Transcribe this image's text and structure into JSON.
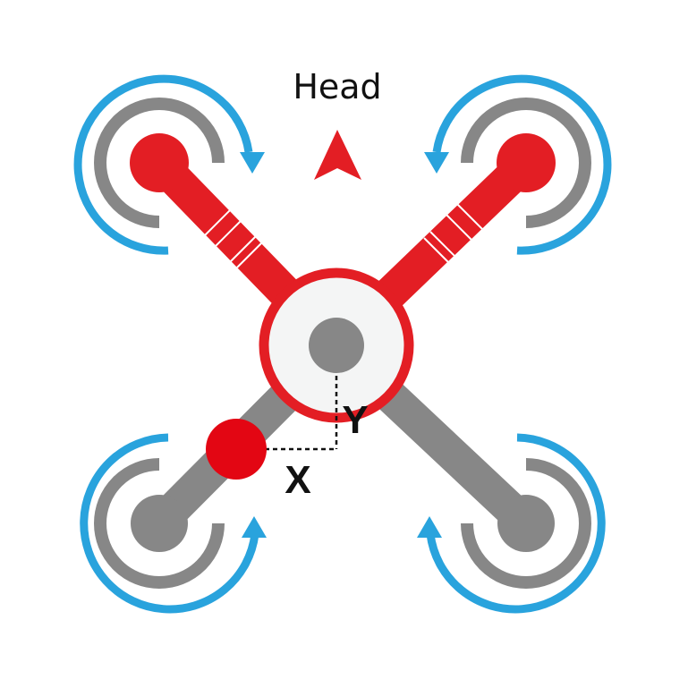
{
  "labels": {
    "heading": "Head",
    "x_axis": "X",
    "y_axis": "Y"
  },
  "colors": {
    "front_arm": "#e31e24",
    "rear_arm": "#878787",
    "rotation_arrow": "#29a3dd",
    "center_fill": "#f4f5f5",
    "center_ring": "#e31e24",
    "offset_point": "#e30613",
    "guide_line": "#111111"
  },
  "icons": {
    "heading": "triangle-up-icon",
    "rotation": "curved-arrow-icon"
  }
}
